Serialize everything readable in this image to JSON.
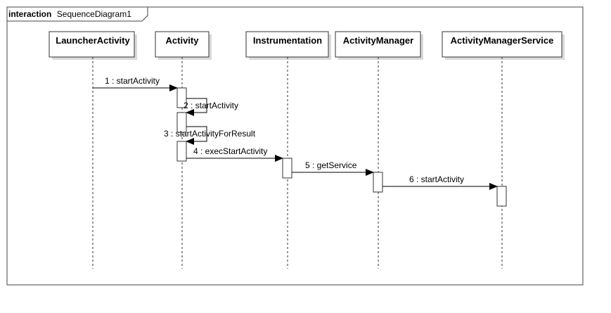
{
  "frame": {
    "keyword": "interaction",
    "name": "SequenceDiagram1"
  },
  "lifelines": [
    {
      "id": "launcher",
      "name": "LauncherActivity"
    },
    {
      "id": "activity",
      "name": "Activity"
    },
    {
      "id": "instrumentation",
      "name": "Instrumentation"
    },
    {
      "id": "activitymanager",
      "name": "ActivityManager"
    },
    {
      "id": "ams",
      "name": "ActivityManagerService"
    }
  ],
  "messages": [
    {
      "label": "1 : startActivity",
      "from": "launcher",
      "to": "activity"
    },
    {
      "label": "2 : startActivity",
      "from": "activity",
      "to": "activity"
    },
    {
      "label": "3 : startActivityForResult",
      "from": "activity",
      "to": "activity"
    },
    {
      "label": "4 : execStartActivity",
      "from": "activity",
      "to": "instrumentation"
    },
    {
      "label": "5 : getService",
      "from": "instrumentation",
      "to": "activitymanager"
    },
    {
      "label": "6 : startActivity",
      "from": "activitymanager",
      "to": "ams"
    }
  ],
  "colors": {
    "line": "#333333",
    "shadow": "#d9d9d9",
    "box": "#ffffff"
  }
}
